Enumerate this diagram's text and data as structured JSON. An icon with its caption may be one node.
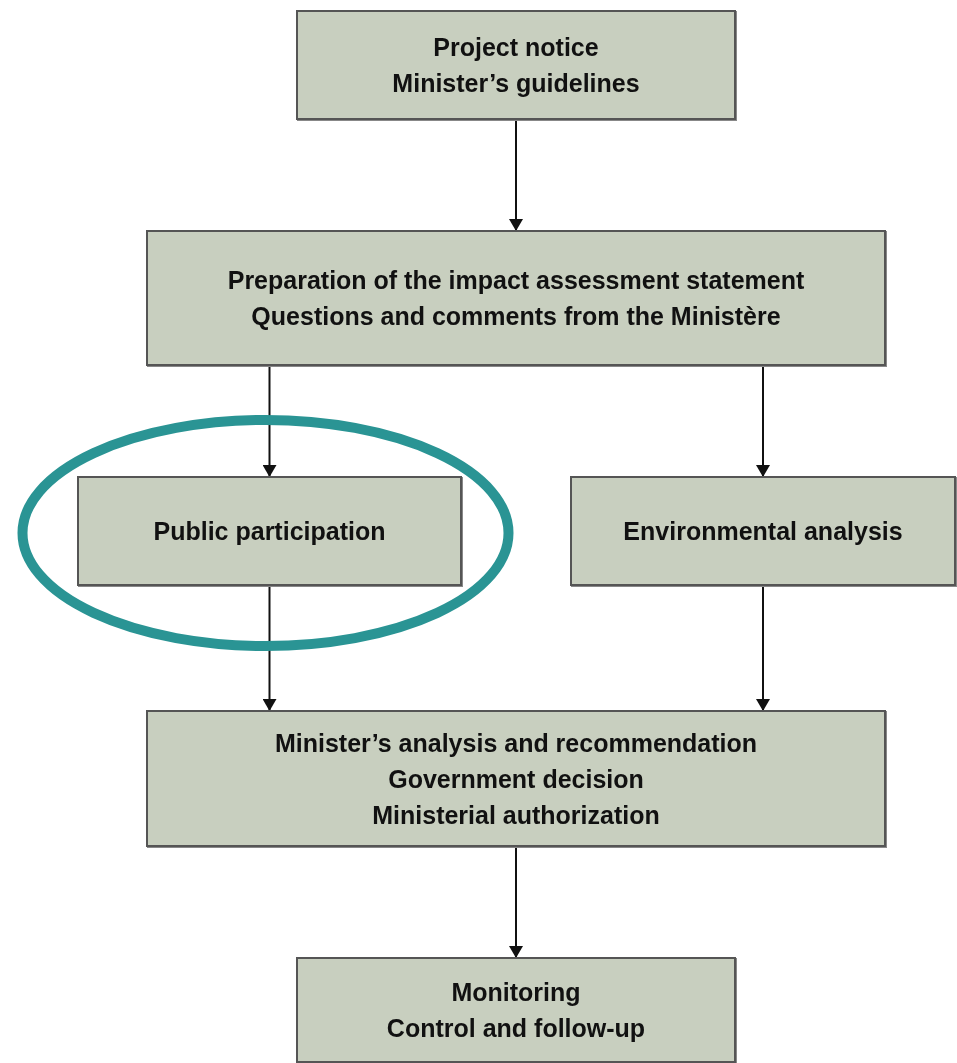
{
  "diagram": {
    "nodes": [
      {
        "text": [
          "Project notice",
          "Minister’s guidelines"
        ]
      },
      {
        "text": [
          "Preparation of the impact assessment statement",
          "Questions and comments from the Ministère"
        ]
      },
      {
        "text": [
          "Public participation"
        ]
      },
      {
        "text": [
          "Environmental analysis"
        ]
      },
      {
        "text": [
          "Minister’s analysis and recommendation",
          "Government decision",
          "Ministerial authorization"
        ]
      },
      {
        "text": [
          "Monitoring",
          "Control and follow-up"
        ]
      }
    ],
    "edges": [
      {
        "from": 0,
        "to": 1,
        "arrow": "to"
      },
      {
        "from": 1,
        "to": 2,
        "arrow": "to"
      },
      {
        "from": 1,
        "to": 3,
        "arrow": "to"
      },
      {
        "from": 2,
        "to": 4,
        "arrow": "to"
      },
      {
        "from": 3,
        "to": 4,
        "arrow": "to"
      },
      {
        "from": 4,
        "to": 5,
        "arrow": "to"
      }
    ]
  }
}
